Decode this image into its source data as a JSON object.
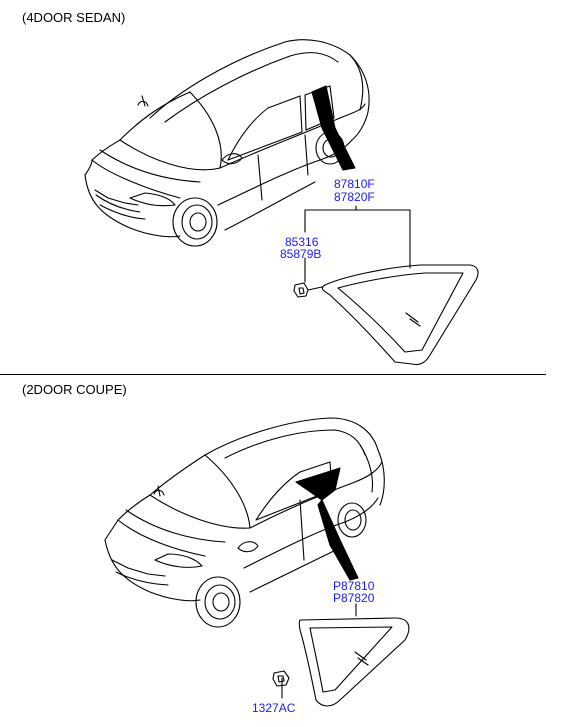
{
  "sections": {
    "sedan": {
      "title": "(4DOOR SEDAN)",
      "glass_part_a": "87810F",
      "glass_part_b": "87820F",
      "clip_part_a": "85316",
      "clip_part_b": "85879B"
    },
    "coupe": {
      "title": "(2DOOR COUPE)",
      "glass_part_a": "P87810",
      "glass_part_b": "P87820",
      "clip_part": "1327AC"
    }
  }
}
